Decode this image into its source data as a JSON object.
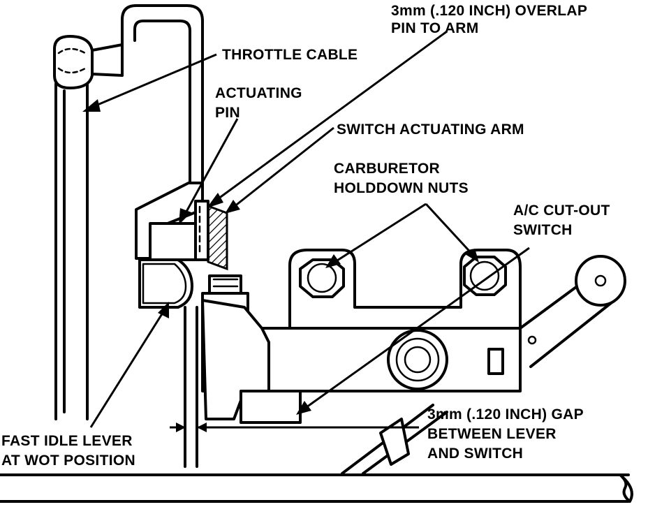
{
  "labels": {
    "overlap_line1": "3mm (.120 INCH) OVERLAP",
    "overlap_line2": "PIN TO ARM",
    "throttle_cable": "THROTTLE CABLE",
    "actuating_pin_line1": "ACTUATING",
    "actuating_pin_line2": "PIN",
    "switch_actuating_arm": "SWITCH ACTUATING ARM",
    "holddown_line1": "CARBURETOR",
    "holddown_line2": "HOLDDOWN NUTS",
    "ac_switch_line1": "A/C CUT-OUT",
    "ac_switch_line2": "SWITCH",
    "fast_idle_line1": "FAST IDLE LEVER",
    "fast_idle_line2": "AT WOT POSITION",
    "gap_line1": "3mm (.120 INCH) GAP",
    "gap_line2": "BETWEEN LEVER",
    "gap_line3": "AND SWITCH"
  },
  "colors": {
    "ink": "#000000",
    "paper": "#ffffff"
  }
}
